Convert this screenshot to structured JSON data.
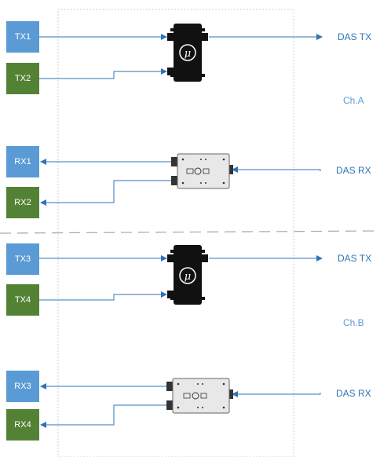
{
  "channel_a": {
    "name": "Ch.A",
    "tx_ports": [
      "TX1",
      "TX2"
    ],
    "rx_ports": [
      "RX1",
      "RX2"
    ],
    "das_tx_label": "DAS TX",
    "das_rx_label": "DAS RX"
  },
  "channel_b": {
    "name": "Ch.B",
    "tx_ports": [
      "TX3",
      "TX4"
    ],
    "rx_ports": [
      "RX3",
      "RX4"
    ],
    "das_tx_label": "DAS TX",
    "das_rx_label": "DAS RX"
  },
  "colors": {
    "tx_box": "#5b9bd5",
    "green_box": "#548235",
    "signal_line": "#2e75b6",
    "label": "#2e75b6",
    "combiner_body": "#111111",
    "splitter_body": "#e8e8e8",
    "separator": "#a6a6a6"
  },
  "icons": {
    "combiner": "combiner-device-icon",
    "splitter": "splitter-device-icon",
    "combiner_logo_glyph": "μ"
  }
}
